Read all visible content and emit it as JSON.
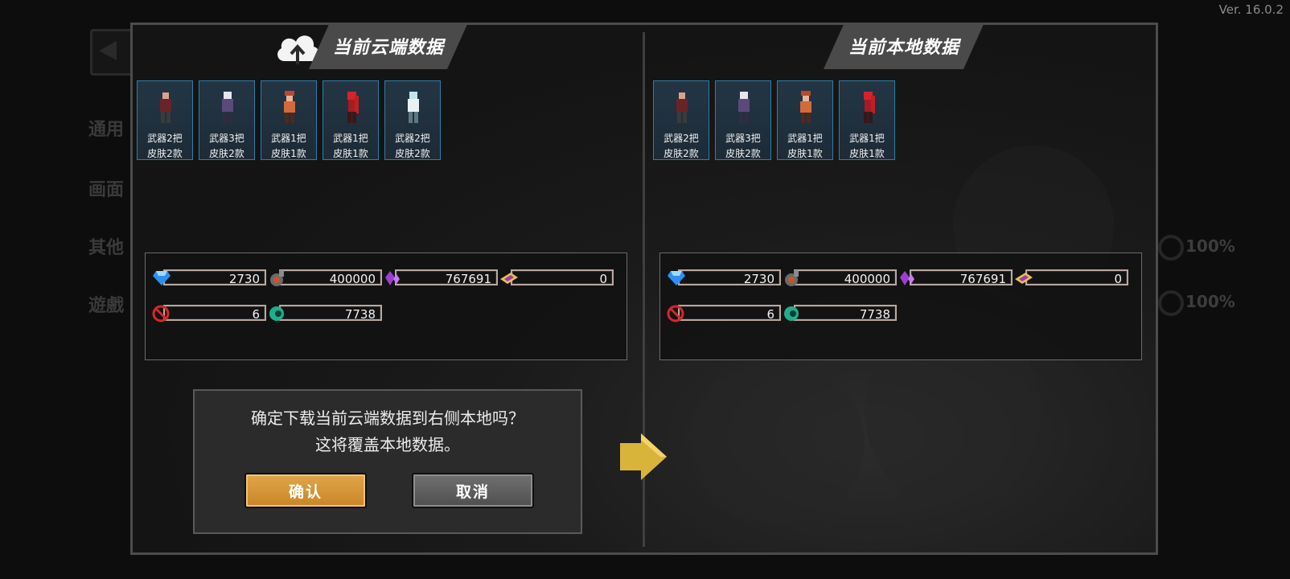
{
  "version": "Ver. 16.0.2",
  "background_menu": [
    "通用",
    "画面",
    "其他",
    "遊戲"
  ],
  "background_percent": [
    "100%",
    "100%"
  ],
  "cloud_panel": {
    "title": "当前云端数据",
    "heroes": [
      {
        "weapons": "武器2把",
        "skins": "皮肤2款"
      },
      {
        "weapons": "武器3把",
        "skins": "皮肤2款"
      },
      {
        "weapons": "武器1把",
        "skins": "皮肤1款"
      },
      {
        "weapons": "武器1把",
        "skins": "皮肤1款"
      },
      {
        "weapons": "武器2把",
        "skins": "皮肤2款"
      }
    ],
    "resources": {
      "gems": "2730",
      "gold": "400000",
      "crystals": "767691",
      "tickets": "0",
      "banned": "6",
      "orbs": "7738"
    }
  },
  "local_panel": {
    "title": "当前本地数据",
    "heroes": [
      {
        "weapons": "武器2把",
        "skins": "皮肤2款"
      },
      {
        "weapons": "武器3把",
        "skins": "皮肤2款"
      },
      {
        "weapons": "武器1把",
        "skins": "皮肤1款"
      },
      {
        "weapons": "武器1把",
        "skins": "皮肤1款"
      }
    ],
    "resources": {
      "gems": "2730",
      "gold": "400000",
      "crystals": "767691",
      "tickets": "0",
      "banned": "6",
      "orbs": "7738"
    }
  },
  "confirm": {
    "line1": "确定下载当前云端数据到右侧本地吗？",
    "line2": "这将覆盖本地数据。",
    "ok_label": "确认",
    "cancel_label": "取消"
  },
  "colors": {
    "accent_gold": "#d4962f",
    "card_border": "#2f7ea8",
    "arrow": "#d9b43a"
  },
  "icons": [
    "cloud-upload-icon",
    "gem-icon",
    "gold-icon",
    "crystal-icon",
    "ticket-icon",
    "ban-icon",
    "orb-icon",
    "arrow-right-icon"
  ]
}
